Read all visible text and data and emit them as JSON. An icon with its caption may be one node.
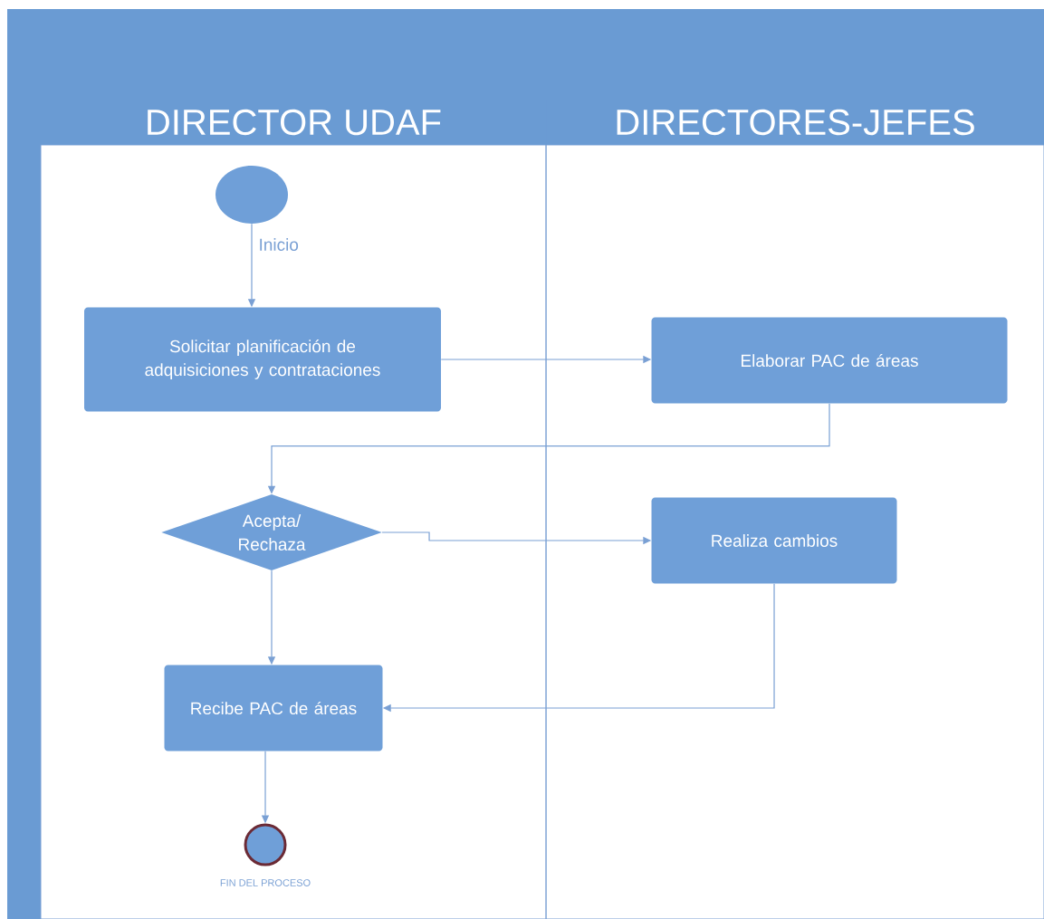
{
  "diagram": {
    "nodes": [
      {
        "text": [
          "DIRECTOR UDAF"
        ]
      },
      {
        "text": [
          "DIRECTORES-JEFES"
        ]
      },
      {
        "text": [],
        "shape": "circle",
        "beside": [
          "Inicio"
        ],
        "in": 0
      },
      {
        "text": [
          "Solicitar planificación de adquisiciones y contrataciones"
        ],
        "in": 0
      },
      {
        "text": [
          "Elaborar PAC de áreas"
        ],
        "in": 1
      },
      {
        "text": [
          "Acepta/ Rechaza"
        ],
        "in": 0
      },
      {
        "text": [
          "Realiza cambios"
        ],
        "in": 1
      },
      {
        "text": [
          "Recibe PAC de áreas"
        ],
        "in": 0
      },
      {
        "text": [],
        "shape": "circle",
        "beside": [
          "FIN DEL PROCESO"
        ],
        "in": 0
      }
    ],
    "edges": [
      {
        "from": 2,
        "to": 3,
        "arrow": "to"
      },
      {
        "from": 3,
        "to": 4,
        "arrow": "to"
      },
      {
        "from": 4,
        "to": 5,
        "arrow": "to"
      },
      {
        "from": 5,
        "to": 6,
        "arrow": "to"
      },
      {
        "from": 5,
        "to": 7,
        "arrow": "to"
      },
      {
        "from": 6,
        "to": 7,
        "arrow": "to"
      },
      {
        "from": 7,
        "to": 8,
        "arrow": "to"
      }
    ]
  }
}
